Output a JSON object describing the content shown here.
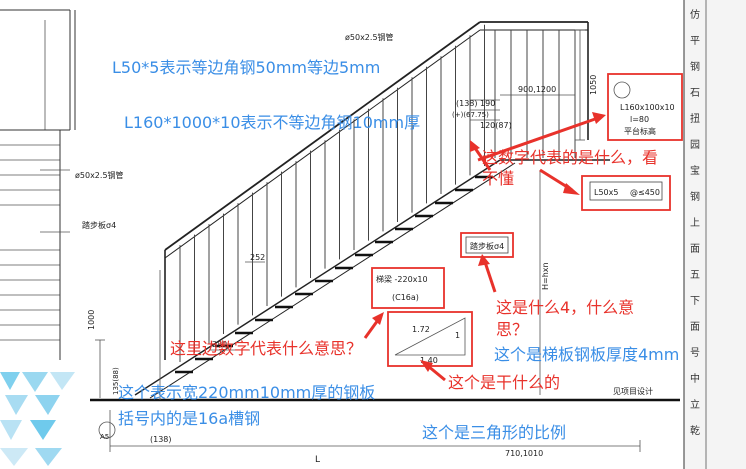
{
  "drawing": {
    "pipe_top": "ø50x2.5钢管",
    "pipe_left": "ø50x2.5钢管",
    "tread_left": "踏步板σ4",
    "dim_1050": "1050",
    "dim_900_1200": "900,1200",
    "dim_138_190": "(138) 190",
    "dim_plus": "(+)(67.75)",
    "dim_120_87": "120(87)",
    "dim_252": "252",
    "dim_280": "280",
    "dim_1000": "1000",
    "dim_hxn": "H=hxn",
    "dim_138": "(138)",
    "dim_bottom": "710,1010",
    "dim_L": "L",
    "dim_bottom_left": "135(88)",
    "ref_A5": "A5",
    "ref_note": "见项目设计",
    "box_angle_steel": {
      "line1": "L160x100x10",
      "line2": "l=80",
      "line3": "平台标高"
    },
    "box_angle_small": {
      "left": "L50x5",
      "right": "@≤450"
    },
    "box_tread": "踏步板σ4",
    "box_beam": {
      "line1": "梯梁 -220x10",
      "line2": "(C16a)"
    },
    "box_triangle": {
      "v": "1.72",
      "h": "1.40",
      "one": "1"
    },
    "right_strip": [
      "仿",
      "平",
      "钢",
      "石",
      "扭",
      "园",
      "宝",
      "钢",
      "上",
      "面",
      "五",
      "下",
      "面",
      "号",
      "中",
      "立",
      "乾"
    ]
  },
  "annotations": {
    "blue": {
      "a1": "L50*5表示等边角钢50mm等边5mm",
      "a2": "L160*1000*10表示不等边角钢10mm厚",
      "a3": "这个是梯板钢板厚度4mm",
      "a4": "这个表示宽220mm10mm厚的钢板",
      "a5": "括号内的是16a槽钢",
      "a6": "这个是三角形的比例"
    },
    "red": {
      "q1": "这数字代表的是什么，看",
      "q1b": "不懂",
      "q2": "这是什么4，什么意",
      "q2b": "思？",
      "q3": "这里边数字代表什么意思？",
      "q4": "这个是干什么的"
    }
  },
  "colors": {
    "blue": "#3a8ee6",
    "red": "#e8322b",
    "ink": "#222222"
  }
}
